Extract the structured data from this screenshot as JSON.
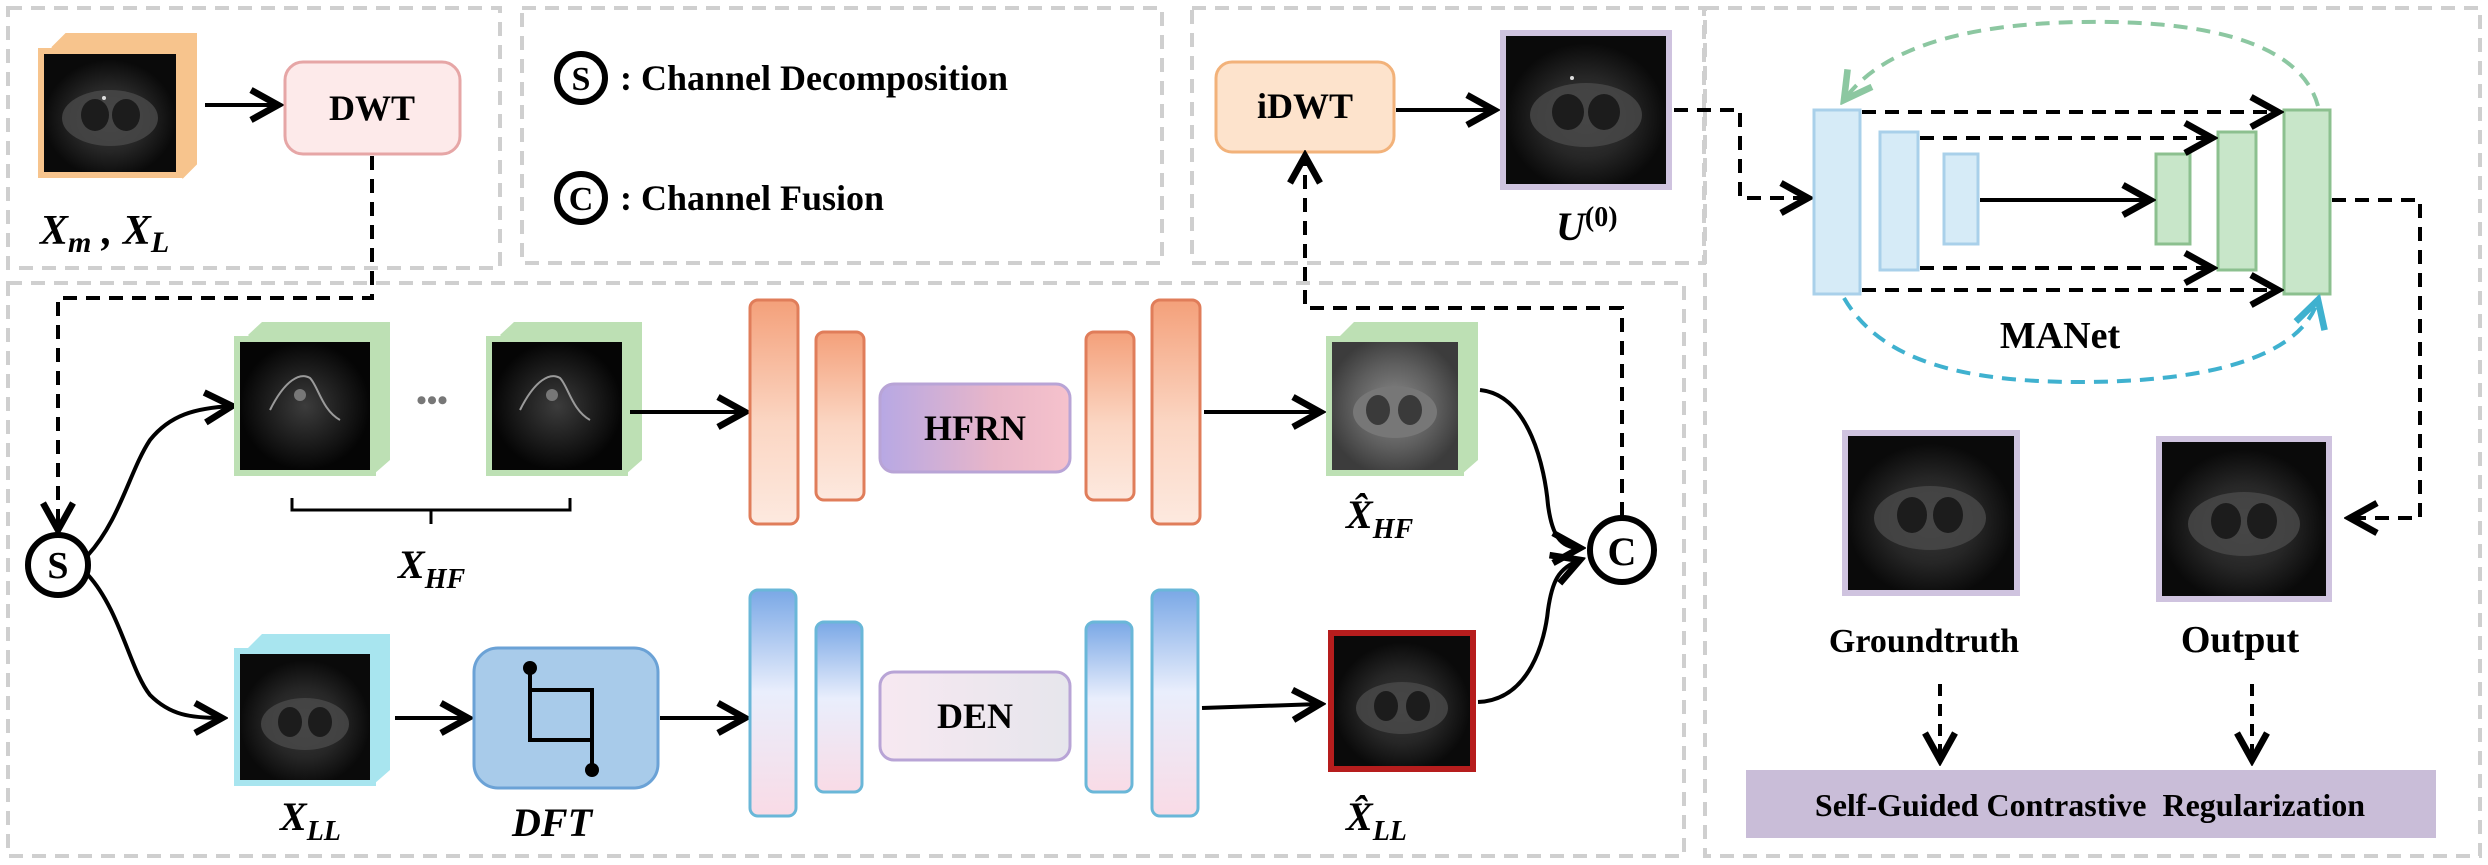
{
  "legend": {
    "decomposition_symbol": "S",
    "decomposition_text": ": Channel Decomposition",
    "fusion_symbol": "C",
    "fusion_text": ": Channel Fusion"
  },
  "blocks": {
    "dwt": "DWT",
    "idwt": "iDWT",
    "hfrn": "HFRN",
    "den": "DEN",
    "dft": "DFT",
    "manet": "MANet"
  },
  "variables": {
    "input_x1": "X",
    "input_sub1": "m",
    "input_sep": " , ",
    "input_x2": "X",
    "input_sub2": "L",
    "xhf": "X",
    "xhf_sub": "HF",
    "xll": "X",
    "xll_sub": "LL",
    "xhf_hat": "X̂",
    "xhf_hat_sub": "HF",
    "xll_hat": "X̂",
    "xll_hat_sub": "LL",
    "u": "U",
    "u_sup": "(0)"
  },
  "outputs": {
    "groundtruth": "Groundtruth",
    "output": "Output",
    "regularization": "Self-Guided Contrastive  Regularization"
  },
  "ellipsis": "•••",
  "colors": {
    "dwt_fill": "#fdeaea",
    "dwt_stroke": "#e6a6a6",
    "idwt_fill": "#fde3cc",
    "idwt_stroke": "#f2b27a",
    "orange_fill": "#f6b79a",
    "orange_stroke": "#e07d5a",
    "blue_stroke": "#6ab7d8",
    "manet_blue": "#d6ebf7",
    "manet_green": "#c8e6c9",
    "manet_green_stroke": "#8cc08f",
    "reg_fill": "#c9bdd8",
    "dashed_gray": "#cfcfcf",
    "green_arc": "#8cc7a1",
    "cyan_arc": "#3fb1cf",
    "frame_orange": "#f7c48d",
    "frame_green": "#bde0b4",
    "frame_cyan": "#a8e5ef",
    "frame_red": "#b61d1d",
    "frame_purple": "#cfc3df"
  }
}
